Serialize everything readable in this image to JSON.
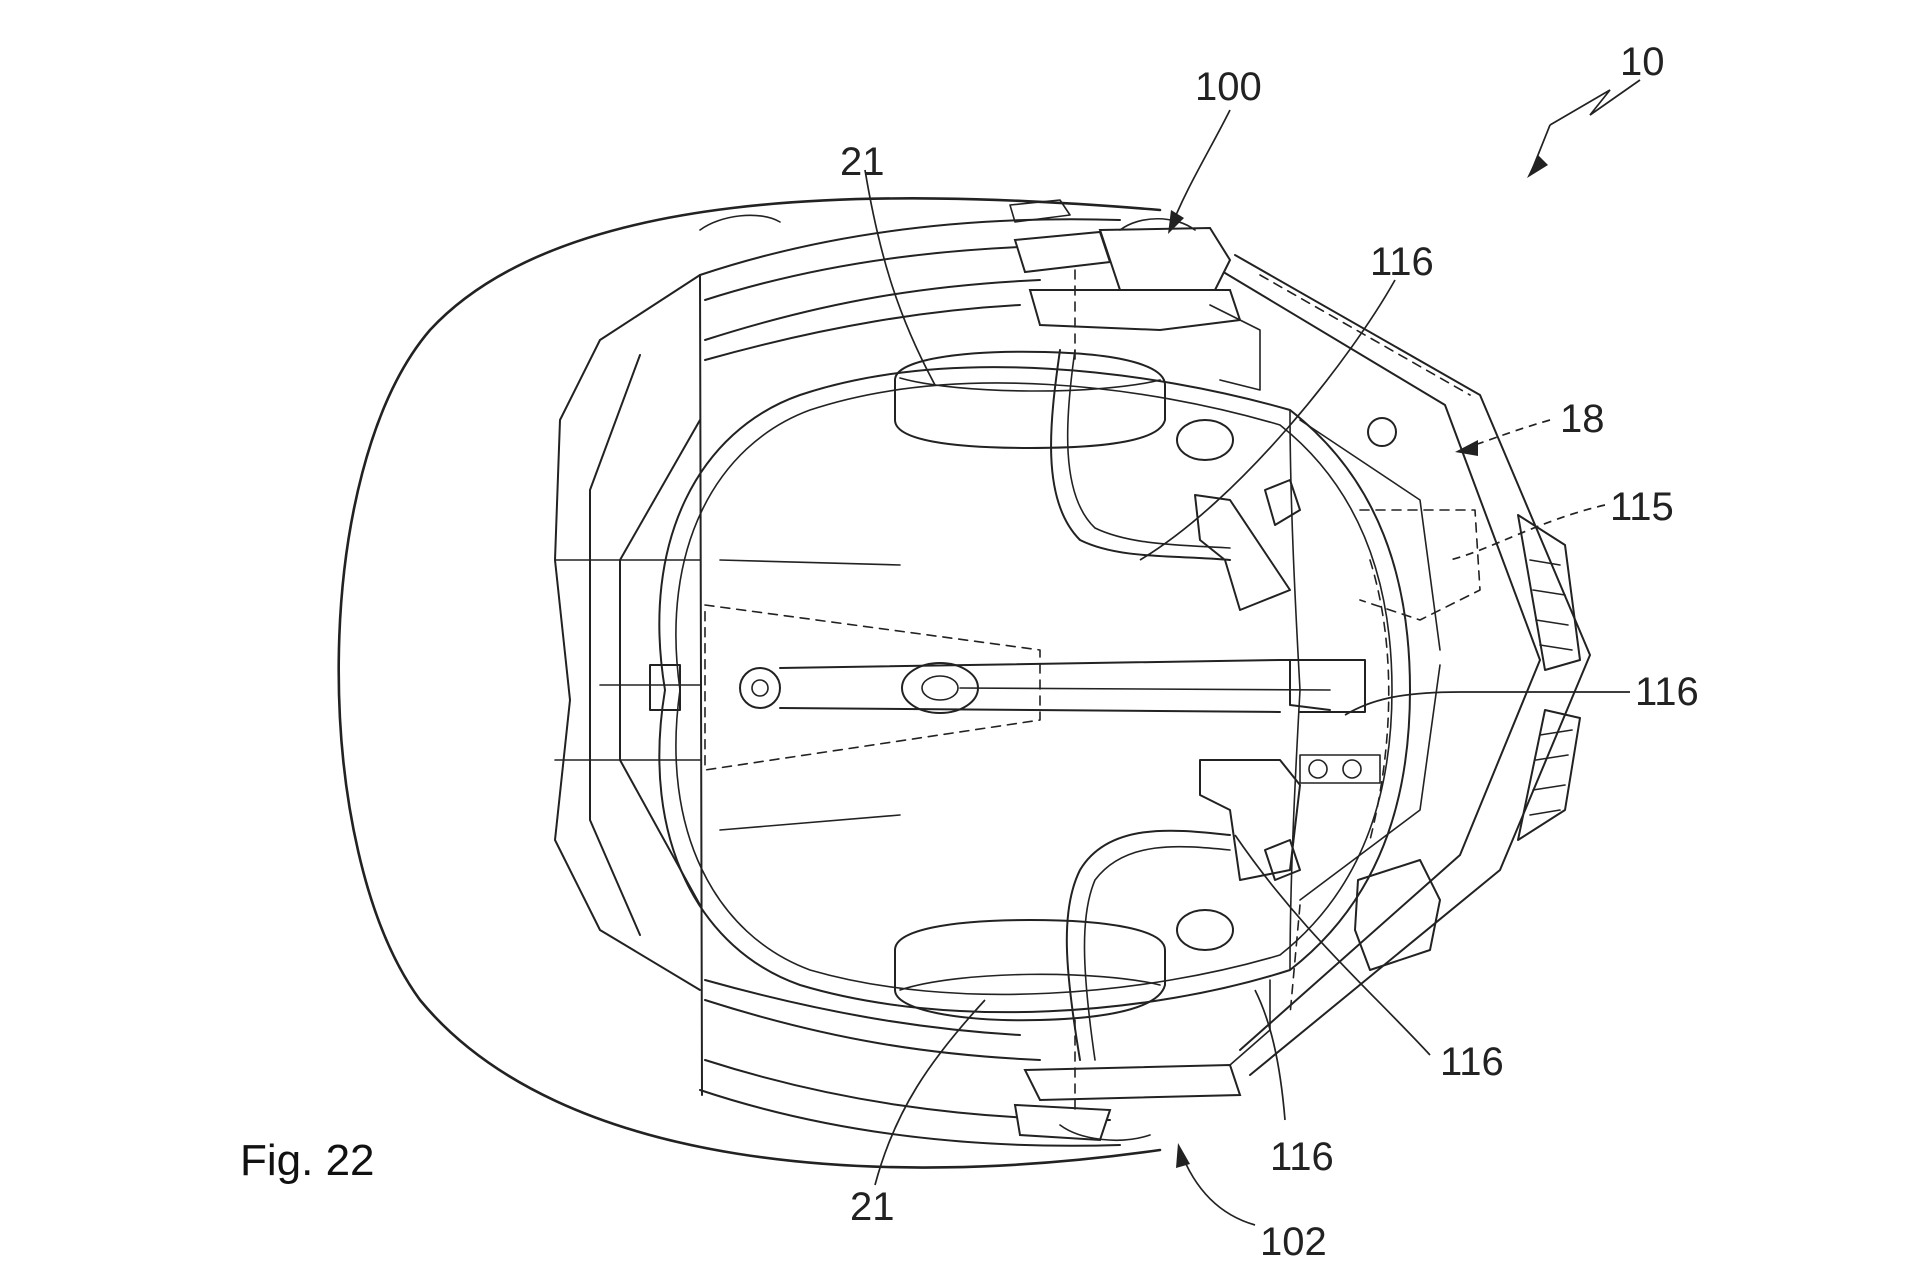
{
  "figure": {
    "caption": "Fig. 22",
    "labels": {
      "l10": "10",
      "l100": "100",
      "l102": "102",
      "l21_top": "21",
      "l21_bottom": "21",
      "l18": "18",
      "l115": "115",
      "l116_a": "116",
      "l116_b": "116",
      "l116_c": "116",
      "l116_d": "116"
    }
  }
}
